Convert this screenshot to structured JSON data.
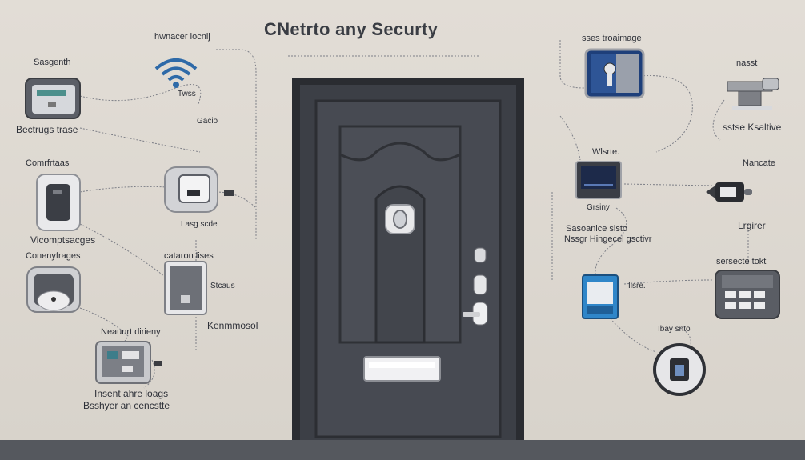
{
  "title": "CNetrto any Securty",
  "left": {
    "wifi_label": "hwnacer locnlj",
    "wifi_sub": "Twss",
    "segment_label": "Sasgenth",
    "panel_label": "Bectrugs trase",
    "gap_label": "Gacio",
    "comp_label": "Comrfrtaas",
    "switch_caption": "Lasg scde",
    "vcomp_label": "Vicomptsacges",
    "convey_label": "Conenyfrages",
    "cabinet_label": "cataron lises",
    "cabinet_sub": "Stcaus",
    "keypad_label": "Neaunrt dirieny",
    "kenn_label": "Kenmmosol",
    "bottom_line1": "Insent ahre loags",
    "bottom_line2": "Bsshyer an cencstte"
  },
  "right": {
    "badge_label": "sses troaimage",
    "reader_label": "nasst",
    "reader_sub": "sstse Ksaltive",
    "display_label": "Wlsrte.",
    "display_sub": "Grsiny",
    "remote_label": "Nancate",
    "desc_line1": "Sasoanice sisto",
    "desc_line2": "Nssgr Hingecel gsctivr",
    "lrgirer_label": "Lrgirer",
    "sensor_label": "Iisre.",
    "keypad_label": "sersecte tokt",
    "bay_label": "Ibay snto"
  }
}
